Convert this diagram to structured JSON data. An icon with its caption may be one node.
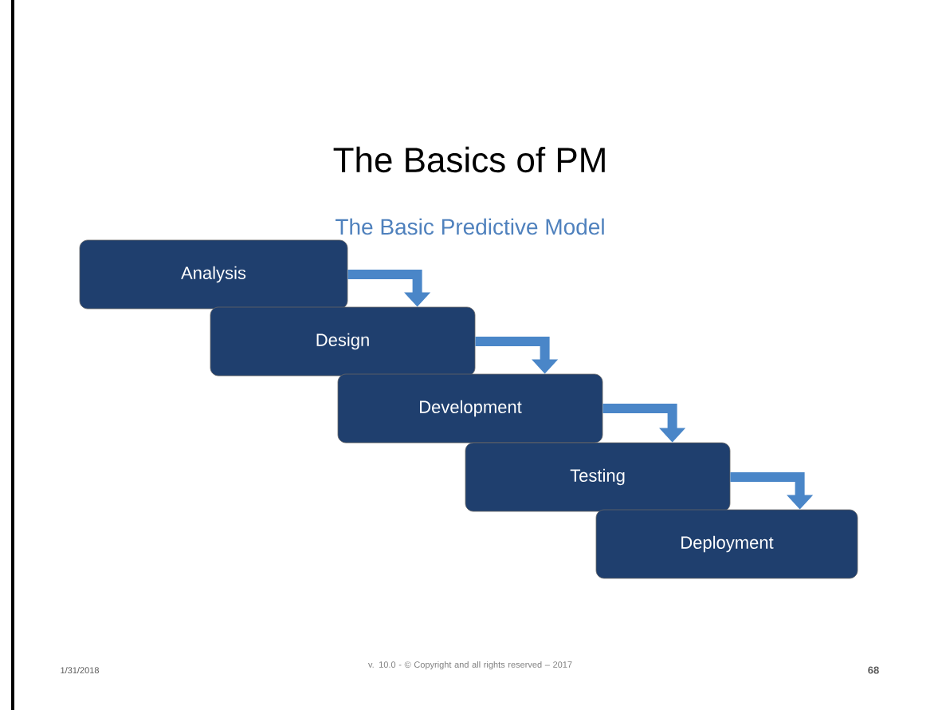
{
  "diagram": {
    "title": "The Basics of PM",
    "nodes": [
      {
        "text": [
          "Analysis"
        ]
      },
      {
        "text": [
          "Design"
        ]
      },
      {
        "text": [
          "Development"
        ]
      },
      {
        "text": [
          "Testing"
        ]
      },
      {
        "text": [
          "Deployment"
        ]
      }
    ],
    "edges": [
      {
        "from": 0,
        "to": 1,
        "arrow": "to"
      },
      {
        "from": 1,
        "to": 2,
        "arrow": "to"
      },
      {
        "from": 2,
        "to": 3,
        "arrow": "to"
      },
      {
        "from": 3,
        "to": 4,
        "arrow": "to"
      }
    ],
    "labels": [
      "The Basic Predictive Model",
      "1/31/2018",
      "v. 10.0 - © Copyright and all rights reserved – 2017",
      "68"
    ]
  }
}
